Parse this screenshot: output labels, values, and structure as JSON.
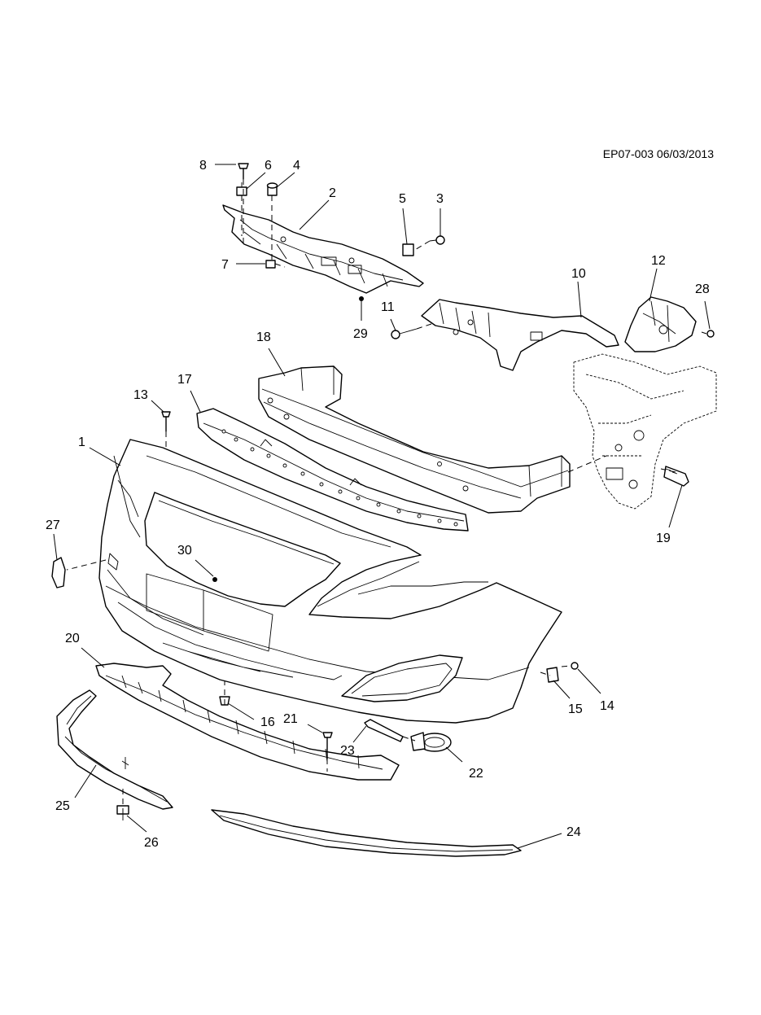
{
  "diagram": {
    "reference_code": "EP07-003 06/03/2013",
    "callouts": [
      "1",
      "2",
      "3",
      "4",
      "5",
      "6",
      "7",
      "8",
      "10",
      "11",
      "12",
      "13",
      "14",
      "15",
      "16",
      "17",
      "18",
      "19",
      "20",
      "21",
      "22",
      "23",
      "24",
      "25",
      "26",
      "27",
      "28",
      "29",
      "30"
    ]
  }
}
